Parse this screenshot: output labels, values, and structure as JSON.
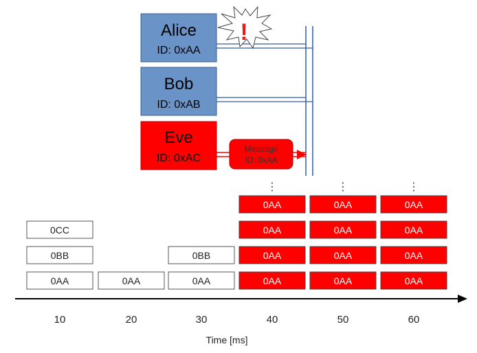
{
  "nodes": [
    {
      "name": "Alice",
      "id": "ID: 0xAA",
      "role": "victim"
    },
    {
      "name": "Bob",
      "id": "ID: 0xAB",
      "role": "normal"
    },
    {
      "name": "Eve",
      "id": "ID: 0xAC",
      "role": "attacker"
    }
  ],
  "message": {
    "line1": "Message",
    "line2": "ID: 0xAA"
  },
  "alert": {
    "symbol": "!",
    "icon": "explosion-alert-icon"
  },
  "ellipsis": "⋮",
  "timeline": {
    "xlabel": "Time [ms]",
    "ticks": [
      "10",
      "20",
      "30",
      "40",
      "50",
      "60"
    ],
    "stacks": [
      {
        "t": "10",
        "boxes": [
          {
            "label": "0AA",
            "attack": false
          },
          {
            "label": "0BB",
            "attack": false
          },
          {
            "label": "0CC",
            "attack": false
          }
        ]
      },
      {
        "t": "20",
        "boxes": [
          {
            "label": "0AA",
            "attack": false
          }
        ]
      },
      {
        "t": "30",
        "boxes": [
          {
            "label": "0AA",
            "attack": false
          },
          {
            "label": "0BB",
            "attack": false
          }
        ]
      },
      {
        "t": "40",
        "boxes": [
          {
            "label": "0AA",
            "attack": true
          },
          {
            "label": "0AA",
            "attack": true
          },
          {
            "label": "0AA",
            "attack": true
          },
          {
            "label": "0AA",
            "attack": true
          }
        ],
        "more": true
      },
      {
        "t": "50",
        "boxes": [
          {
            "label": "0AA",
            "attack": true
          },
          {
            "label": "0AA",
            "attack": true
          },
          {
            "label": "0AA",
            "attack": true
          },
          {
            "label": "0AA",
            "attack": true
          }
        ],
        "more": true
      },
      {
        "t": "60",
        "boxes": [
          {
            "label": "0AA",
            "attack": true
          },
          {
            "label": "0AA",
            "attack": true
          },
          {
            "label": "0AA",
            "attack": true
          },
          {
            "label": "0AA",
            "attack": true
          }
        ],
        "more": true
      }
    ]
  },
  "colors": {
    "ecu_fill": "#6a93c8",
    "ecu_stroke": "#3a5f92",
    "attack": "#ff0000",
    "bus": "#2e5aa8",
    "alert": "#e41b1b"
  }
}
